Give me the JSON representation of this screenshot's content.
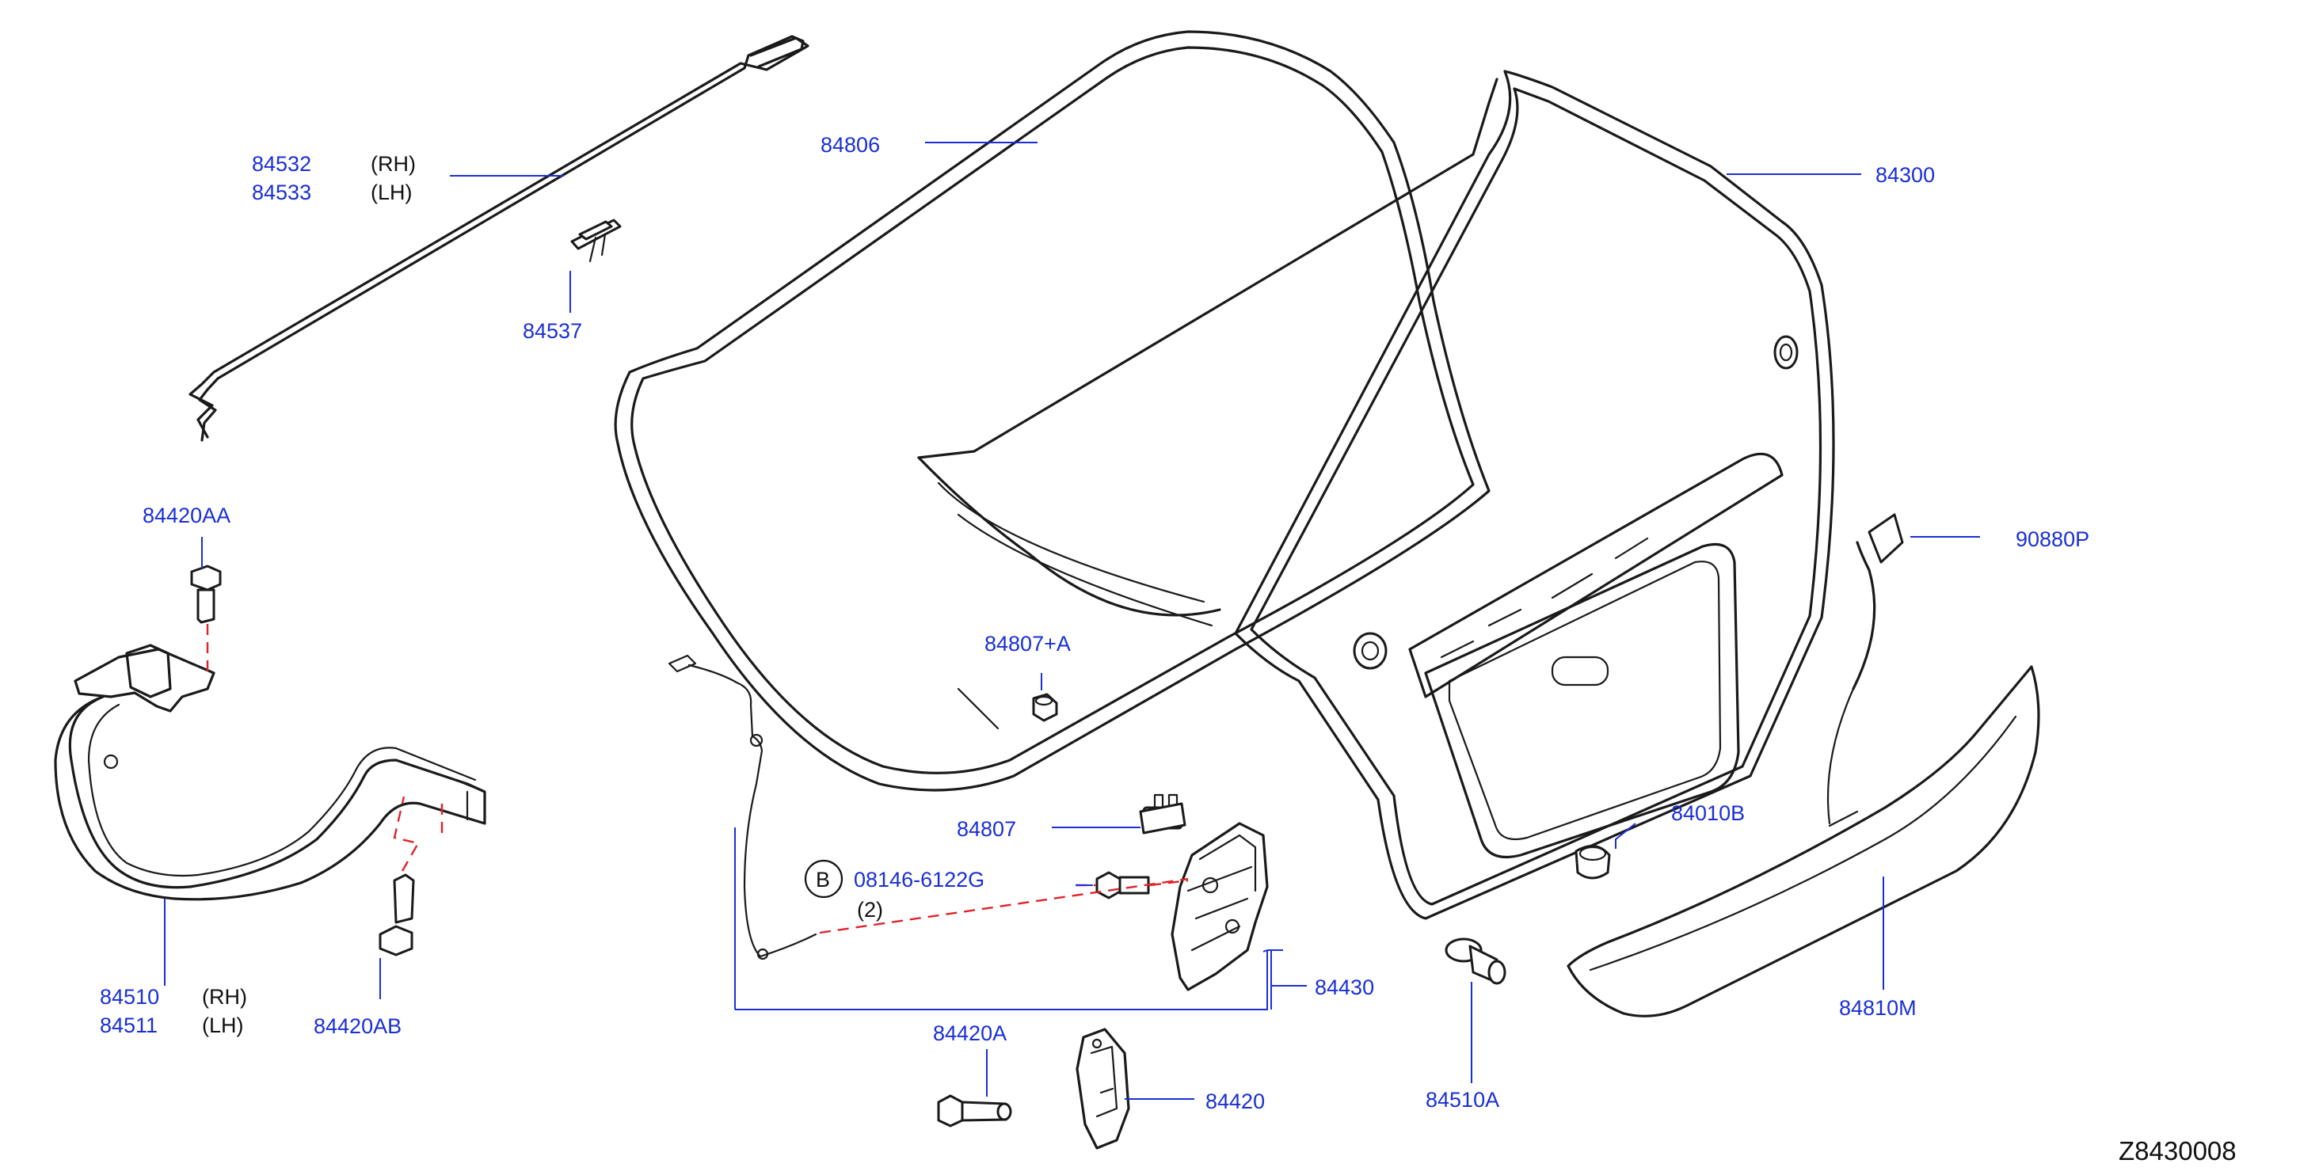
{
  "diagram_code": "Z8430008",
  "labels": {
    "p84532": "84532",
    "p84533": "84533",
    "rh": "(RH)",
    "lh": "(LH)",
    "p84537": "84537",
    "p84806": "84806",
    "p84300": "84300",
    "p84420AA": "84420AA",
    "p84807A": "84807+A",
    "p90880P": "90880P",
    "p84807": "84807",
    "p84010B": "84010B",
    "bolt_symbol": "B",
    "p08146": "08146-6122G",
    "qty": "(2)",
    "p84430": "84430",
    "p84510": "84510",
    "p84511": "84511",
    "p84420AB": "84420AB",
    "p84420A": "84420A",
    "p84420": "84420",
    "p84510A": "84510A",
    "p84810M": "84810M"
  },
  "colors": {
    "callout_text": "#1a2fd6",
    "leader_line": "#1a2fd6",
    "connection_dash": "#e0232a",
    "part_outline": "#1a1a1a",
    "background": "#ffffff"
  }
}
